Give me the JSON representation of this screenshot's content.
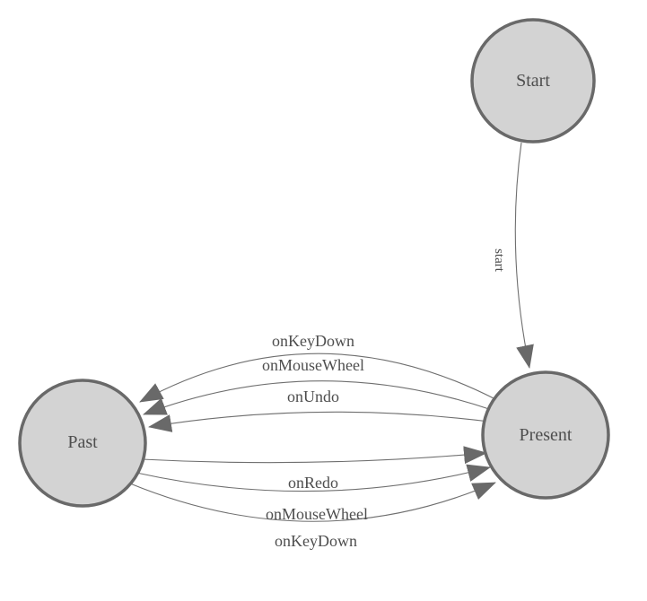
{
  "diagram": {
    "type": "state-machine",
    "colors": {
      "background": "#ffffff",
      "node_fill": "#d3d3d3",
      "node_stroke": "#696969",
      "edge_stroke": "#6f6f6f",
      "arrow_fill": "#696969",
      "label_color": "#4e4e4e"
    },
    "nodes": [
      {
        "id": "start",
        "label": "Start"
      },
      {
        "id": "past",
        "label": "Past"
      },
      {
        "id": "present",
        "label": "Present"
      }
    ],
    "edges": [
      {
        "from": "Start",
        "to": "Present",
        "label": "start"
      },
      {
        "from": "Present",
        "to": "Past",
        "label": "onKeyDown"
      },
      {
        "from": "Present",
        "to": "Past",
        "label": "onMouseWheel"
      },
      {
        "from": "Present",
        "to": "Past",
        "label": "onUndo"
      },
      {
        "from": "Past",
        "to": "Present",
        "label": "onRedo"
      },
      {
        "from": "Past",
        "to": "Present",
        "label": "onMouseWheel"
      },
      {
        "from": "Past",
        "to": "Present",
        "label": "onKeyDown"
      }
    ]
  }
}
